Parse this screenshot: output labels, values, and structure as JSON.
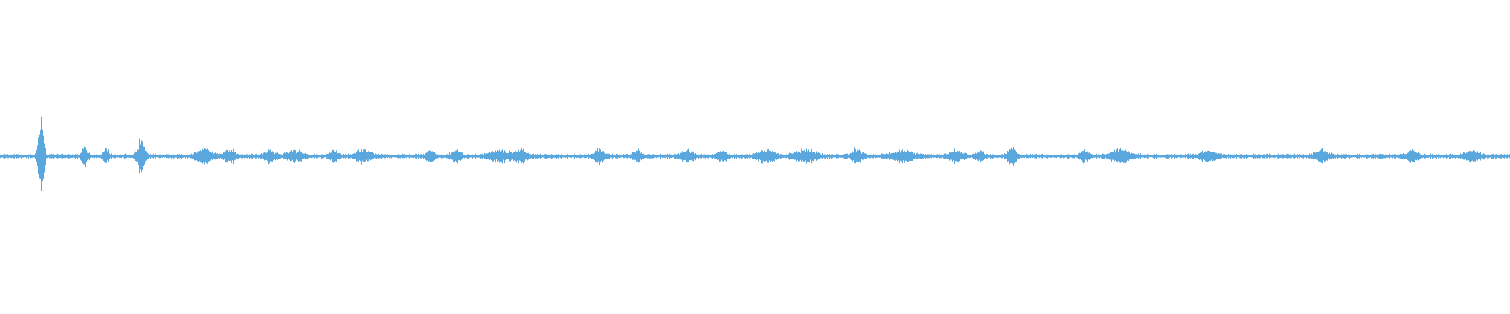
{
  "waveform": {
    "color": "#5aa7dd",
    "background": "#ffffff",
    "baseline_amplitude": 0.012,
    "events": [
      {
        "position": 0.027,
        "amplitude": 0.36,
        "spread": 0.002
      },
      {
        "position": 0.056,
        "amplitude": 0.07,
        "spread": 0.0025
      },
      {
        "position": 0.07,
        "amplitude": 0.06,
        "spread": 0.002
      },
      {
        "position": 0.093,
        "amplitude": 0.12,
        "spread": 0.003
      },
      {
        "position": 0.135,
        "amplitude": 0.05,
        "spread": 0.006
      },
      {
        "position": 0.152,
        "amplitude": 0.06,
        "spread": 0.004
      },
      {
        "position": 0.178,
        "amplitude": 0.04,
        "spread": 0.004
      },
      {
        "position": 0.195,
        "amplitude": 0.04,
        "spread": 0.006
      },
      {
        "position": 0.221,
        "amplitude": 0.045,
        "spread": 0.003
      },
      {
        "position": 0.24,
        "amplitude": 0.04,
        "spread": 0.006
      },
      {
        "position": 0.285,
        "amplitude": 0.045,
        "spread": 0.003
      },
      {
        "position": 0.302,
        "amplitude": 0.04,
        "spread": 0.004
      },
      {
        "position": 0.33,
        "amplitude": 0.045,
        "spread": 0.008
      },
      {
        "position": 0.345,
        "amplitude": 0.045,
        "spread": 0.005
      },
      {
        "position": 0.397,
        "amplitude": 0.05,
        "spread": 0.004
      },
      {
        "position": 0.422,
        "amplitude": 0.045,
        "spread": 0.003
      },
      {
        "position": 0.455,
        "amplitude": 0.04,
        "spread": 0.005
      },
      {
        "position": 0.478,
        "amplitude": 0.035,
        "spread": 0.004
      },
      {
        "position": 0.507,
        "amplitude": 0.05,
        "spread": 0.006
      },
      {
        "position": 0.533,
        "amplitude": 0.045,
        "spread": 0.008
      },
      {
        "position": 0.567,
        "amplitude": 0.055,
        "spread": 0.004
      },
      {
        "position": 0.598,
        "amplitude": 0.04,
        "spread": 0.008
      },
      {
        "position": 0.633,
        "amplitude": 0.04,
        "spread": 0.005
      },
      {
        "position": 0.649,
        "amplitude": 0.04,
        "spread": 0.003
      },
      {
        "position": 0.67,
        "amplitude": 0.07,
        "spread": 0.003
      },
      {
        "position": 0.718,
        "amplitude": 0.045,
        "spread": 0.003
      },
      {
        "position": 0.742,
        "amplitude": 0.055,
        "spread": 0.007
      },
      {
        "position": 0.8,
        "amplitude": 0.04,
        "spread": 0.006
      },
      {
        "position": 0.875,
        "amplitude": 0.045,
        "spread": 0.005
      },
      {
        "position": 0.935,
        "amplitude": 0.04,
        "spread": 0.005
      },
      {
        "position": 0.975,
        "amplitude": 0.035,
        "spread": 0.006
      }
    ]
  }
}
